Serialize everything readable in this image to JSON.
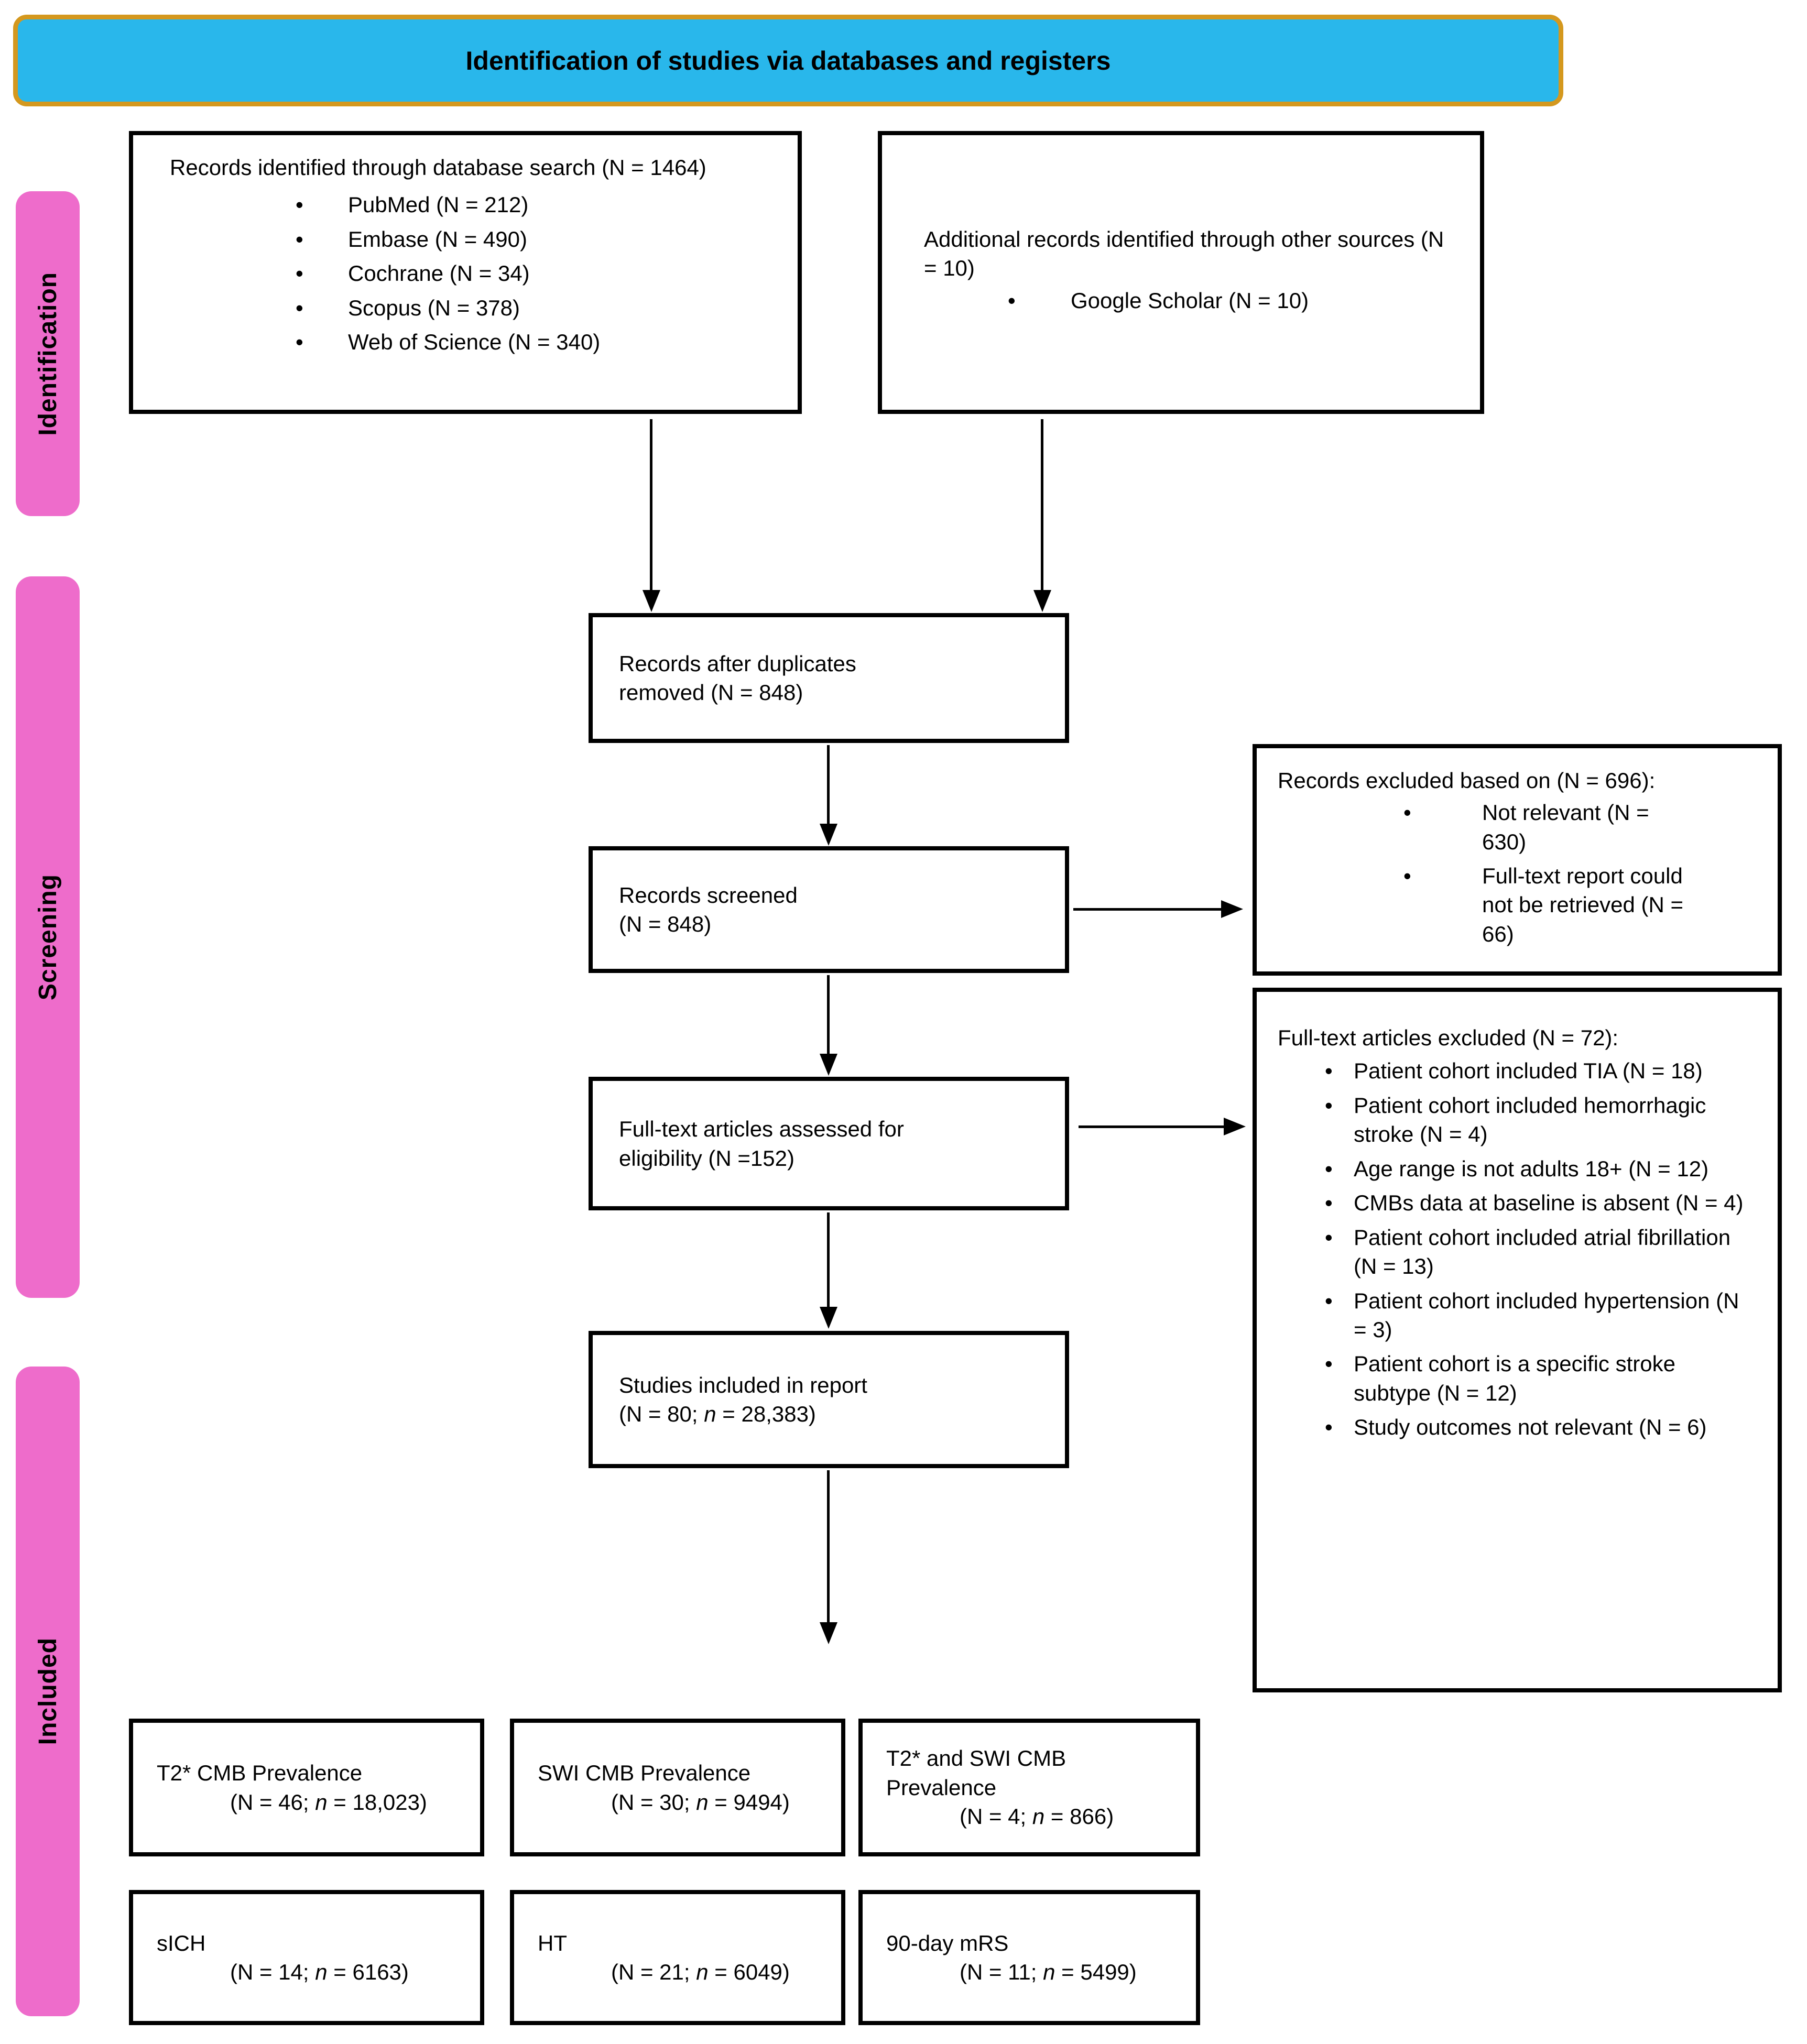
{
  "bullet_glyph": "•",
  "colors": {
    "banner_bg": "#29B7EB",
    "banner_border": "#D4981E",
    "stage_pink": "#EE6CCB"
  },
  "banner": {
    "title": "Identification of studies via databases and registers"
  },
  "stages": {
    "identification": "Identification",
    "screening": "Screening",
    "included": "Included"
  },
  "boxes": {
    "database_records": {
      "title": "Records identified through database search (N = 1464)",
      "items": [
        "PubMed (N = 212)",
        "Embase (N = 490)",
        "Cochrane (N = 34)",
        "Scopus (N = 378)",
        "Web of Science (N = 340)"
      ]
    },
    "other_records": {
      "title": "Additional records identified through other sources (N = 10)",
      "items": [
        "Google Scholar (N = 10)"
      ]
    },
    "duplicates_removed": {
      "line1": "Records after duplicates",
      "line2": "removed (N = 848)"
    },
    "records_screened": {
      "line1": "Records screened",
      "line2": "(N = 848)"
    },
    "records_excluded": {
      "title": "Records excluded based on (N = 696):",
      "items": [
        "Not relevant (N = 630)",
        "Full-text report could not be retrieved (N = 66)"
      ]
    },
    "fulltext_assessed": {
      "line1": "Full-text articles assessed for",
      "line2": "eligibility (N =152)"
    },
    "fulltext_excluded": {
      "title": "Full-text articles excluded (N = 72):",
      "items": [
        "Patient cohort included TIA (N = 18)",
        "Patient cohort included hemorrhagic stroke (N = 4)",
        "Age range is not adults 18+ (N = 12)",
        "CMBs data at baseline is absent (N = 4)",
        "Patient cohort included atrial fibrillation (N = 13)",
        "Patient cohort included hypertension (N = 3)",
        "Patient cohort is a specific stroke subtype (N = 12)",
        "Study outcomes not relevant (N = 6)"
      ]
    },
    "studies_included": {
      "line1": "Studies included in report",
      "stats_pre": "(N = 80; ",
      "stats_n": "n",
      "stats_post": " = 28,383)"
    },
    "t2_prevalence": {
      "title": "T2* CMB Prevalence",
      "stats_pre": "(N = 46; ",
      "stats_n": "n",
      "stats_post": " = 18,023)"
    },
    "swi_prevalence": {
      "title": "SWI CMB Prevalence",
      "stats_pre": "(N = 30; ",
      "stats_n": "n",
      "stats_post": " = 9494)"
    },
    "t2_swi_prevalence": {
      "title_line1": "T2* and SWI CMB",
      "title_line2": "Prevalence",
      "stats_pre": "(N = 4; ",
      "stats_n": "n",
      "stats_post": " = 866)"
    },
    "sich": {
      "title": "sICH",
      "stats_pre": "(N = 14; ",
      "stats_n": "n",
      "stats_post": " = 6163)"
    },
    "ht": {
      "title": "HT",
      "stats_pre": "(N = 21; ",
      "stats_n": "n",
      "stats_post": " = 6049)"
    },
    "mrs": {
      "title": "90-day mRS",
      "stats_pre": "(N = 11; ",
      "stats_n": "n",
      "stats_post": " = 5499)"
    }
  }
}
